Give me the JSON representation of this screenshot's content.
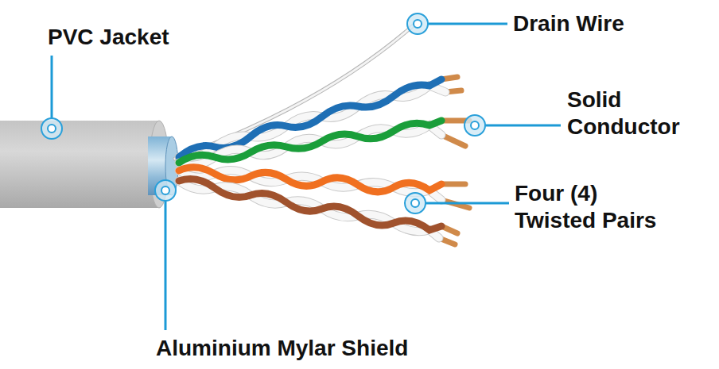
{
  "diagram": {
    "labels": [
      "PVC Jacket",
      "Drain Wire",
      "Solid Conductor",
      "Four (4) Twisted Pairs",
      "Aluminium Mylar Shield"
    ]
  }
}
